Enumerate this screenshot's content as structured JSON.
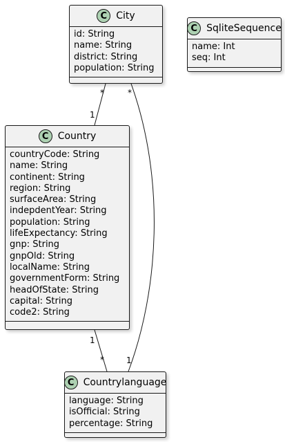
{
  "classes": [
    {
      "badge": "C",
      "name": "City",
      "fields": [
        "id: String",
        "name: String",
        "district: String",
        "population: String"
      ]
    },
    {
      "badge": "C",
      "name": "SqliteSequence",
      "fields": [
        "name: Int",
        "seq: Int"
      ]
    },
    {
      "badge": "C",
      "name": "Country",
      "fields": [
        "countryCode: String",
        "name: String",
        "continent: String",
        "region: String",
        "surfaceArea: String",
        "indepdentYear: String",
        "population: String",
        "lifeExpectancy: String",
        "gnp: String",
        "gnpOld: String",
        "localName: String",
        "governmentForm: String",
        "headOfState: String",
        "capital: String",
        "code2: String"
      ]
    },
    {
      "badge": "C",
      "name": "Countrylanguage",
      "fields": [
        "language: String",
        "isOfficial: String",
        "percentage: String"
      ]
    }
  ],
  "associations": [
    {
      "from": "City",
      "to": "Country",
      "from_multiplicity": "*",
      "to_multiplicity": "1"
    },
    {
      "from": "City",
      "to": "Countrylanguage",
      "from_multiplicity": "*",
      "to_multiplicity": "1"
    },
    {
      "from": "Country",
      "to": "Countrylanguage",
      "from_multiplicity": "1",
      "to_multiplicity": "*"
    }
  ]
}
